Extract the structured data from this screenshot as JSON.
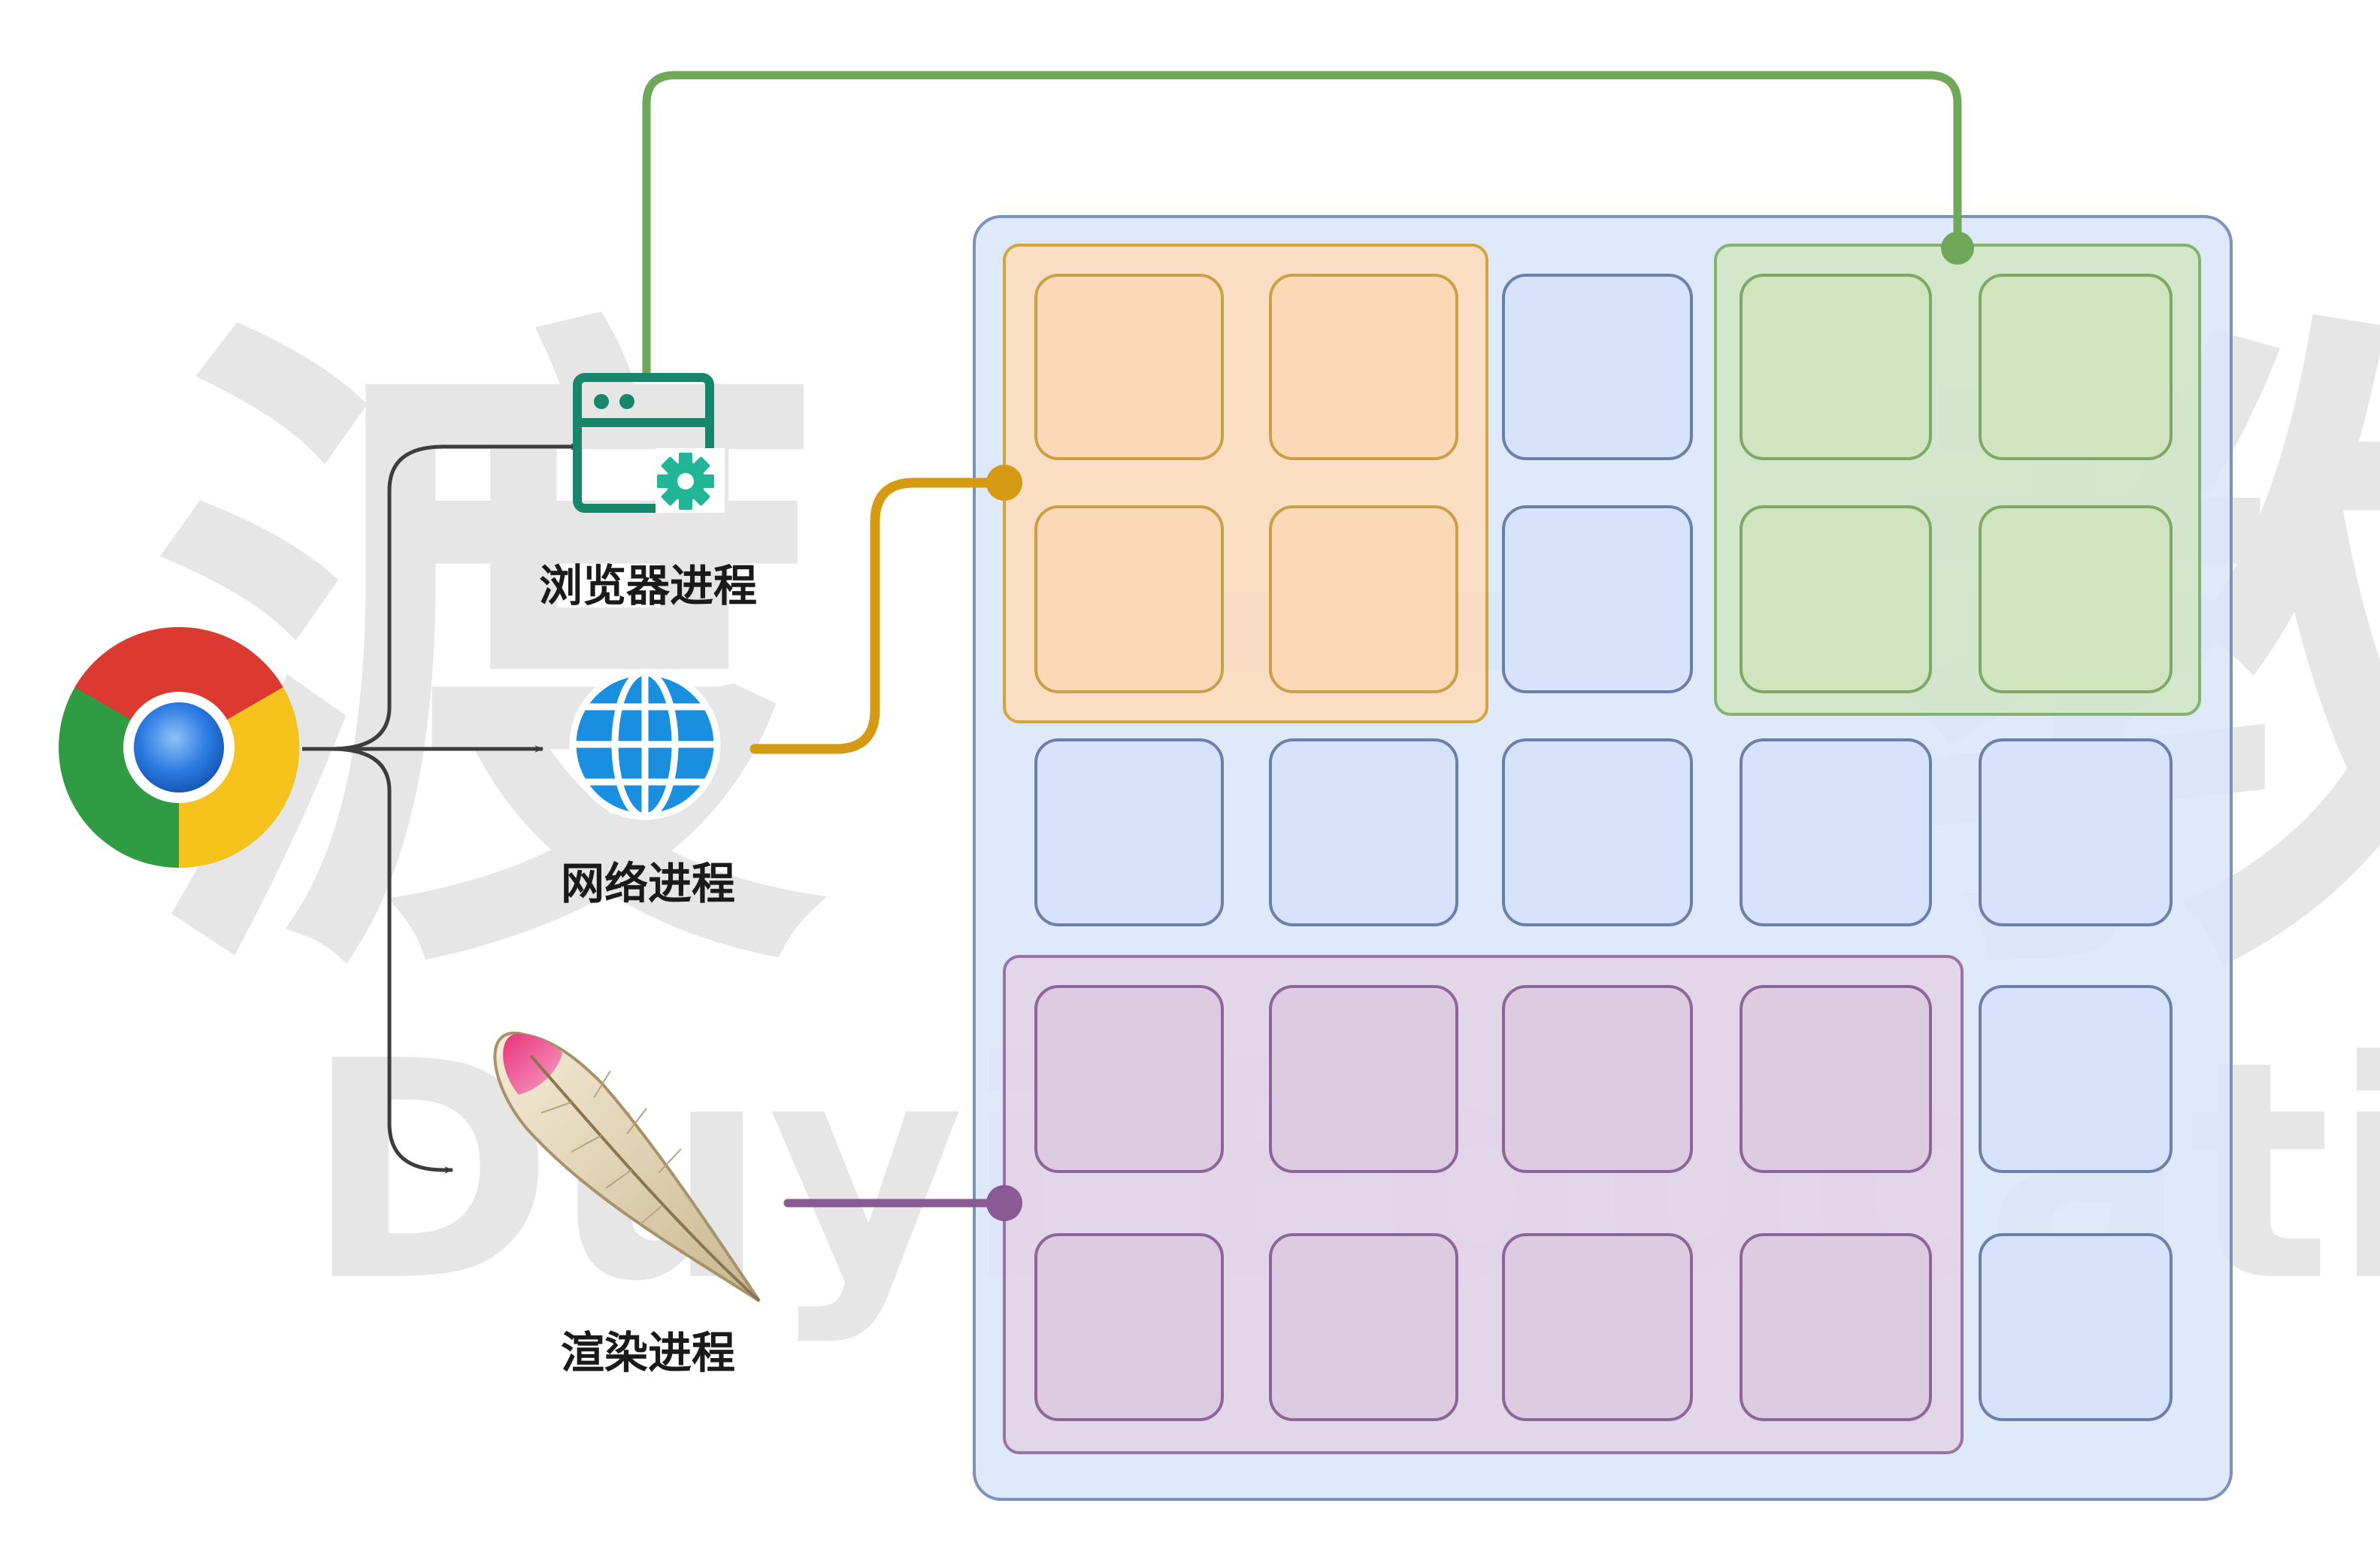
{
  "processes": {
    "browser": {
      "label": "浏览器进程",
      "color": "#70a85a"
    },
    "network": {
      "label": "网络进程",
      "color": "#d69a12"
    },
    "renderer": {
      "label": "渲染进程",
      "color": "#8a5a95"
    }
  },
  "watermark": {
    "chinese": "渡一教育",
    "english": "Duyi Education"
  },
  "colors": {
    "outer_fill": "#dae6fb",
    "outer_stroke": "#7d92bb",
    "cell_fill": "#d5e2fa",
    "cell_stroke": "#6d7fa8",
    "orange_fill": "#fbdcbf",
    "orange_stroke": "#d4a53a",
    "green_fill": "#d1e6c4",
    "green_stroke": "#86b26e",
    "purple_fill": "#e2d3e6",
    "purple_stroke": "#9b72a6",
    "arrow": "#3d3d3d"
  },
  "icons": {
    "chrome": "chrome-logo-icon",
    "browser": "browser-window-gear-icon",
    "network": "globe-icon",
    "renderer": "feather-icon"
  }
}
